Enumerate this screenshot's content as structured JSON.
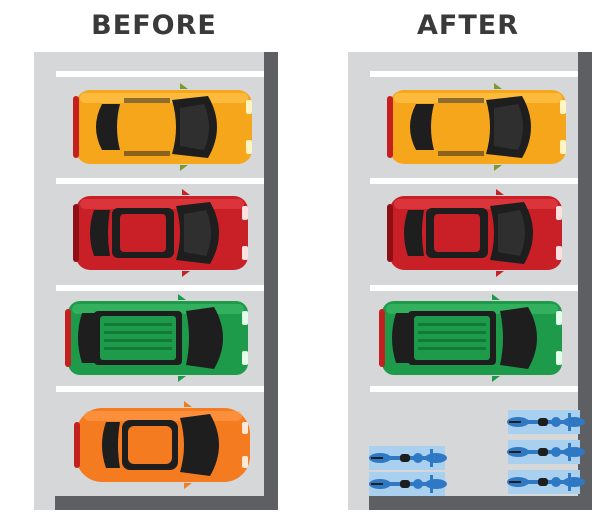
{
  "panels": {
    "before": {
      "label": "BEFORE"
    },
    "after": {
      "label": "AFTER"
    }
  },
  "colors": {
    "lot": "#d6d7d9",
    "curb": "#5d5f63",
    "lines": "#ffffff",
    "yellow_car": "#f6a61b",
    "red_car": "#c91f26",
    "green_car": "#1e9a4b",
    "orange_car": "#f47b20",
    "bike_tile": "#a9d0ef",
    "bike_icon": "#2f78c4"
  },
  "before_cars": [
    "yellow-car",
    "red-car",
    "green-car",
    "orange-car"
  ],
  "after_cars": [
    "yellow-car",
    "red-car",
    "green-car"
  ],
  "after_bike_spots": 5
}
